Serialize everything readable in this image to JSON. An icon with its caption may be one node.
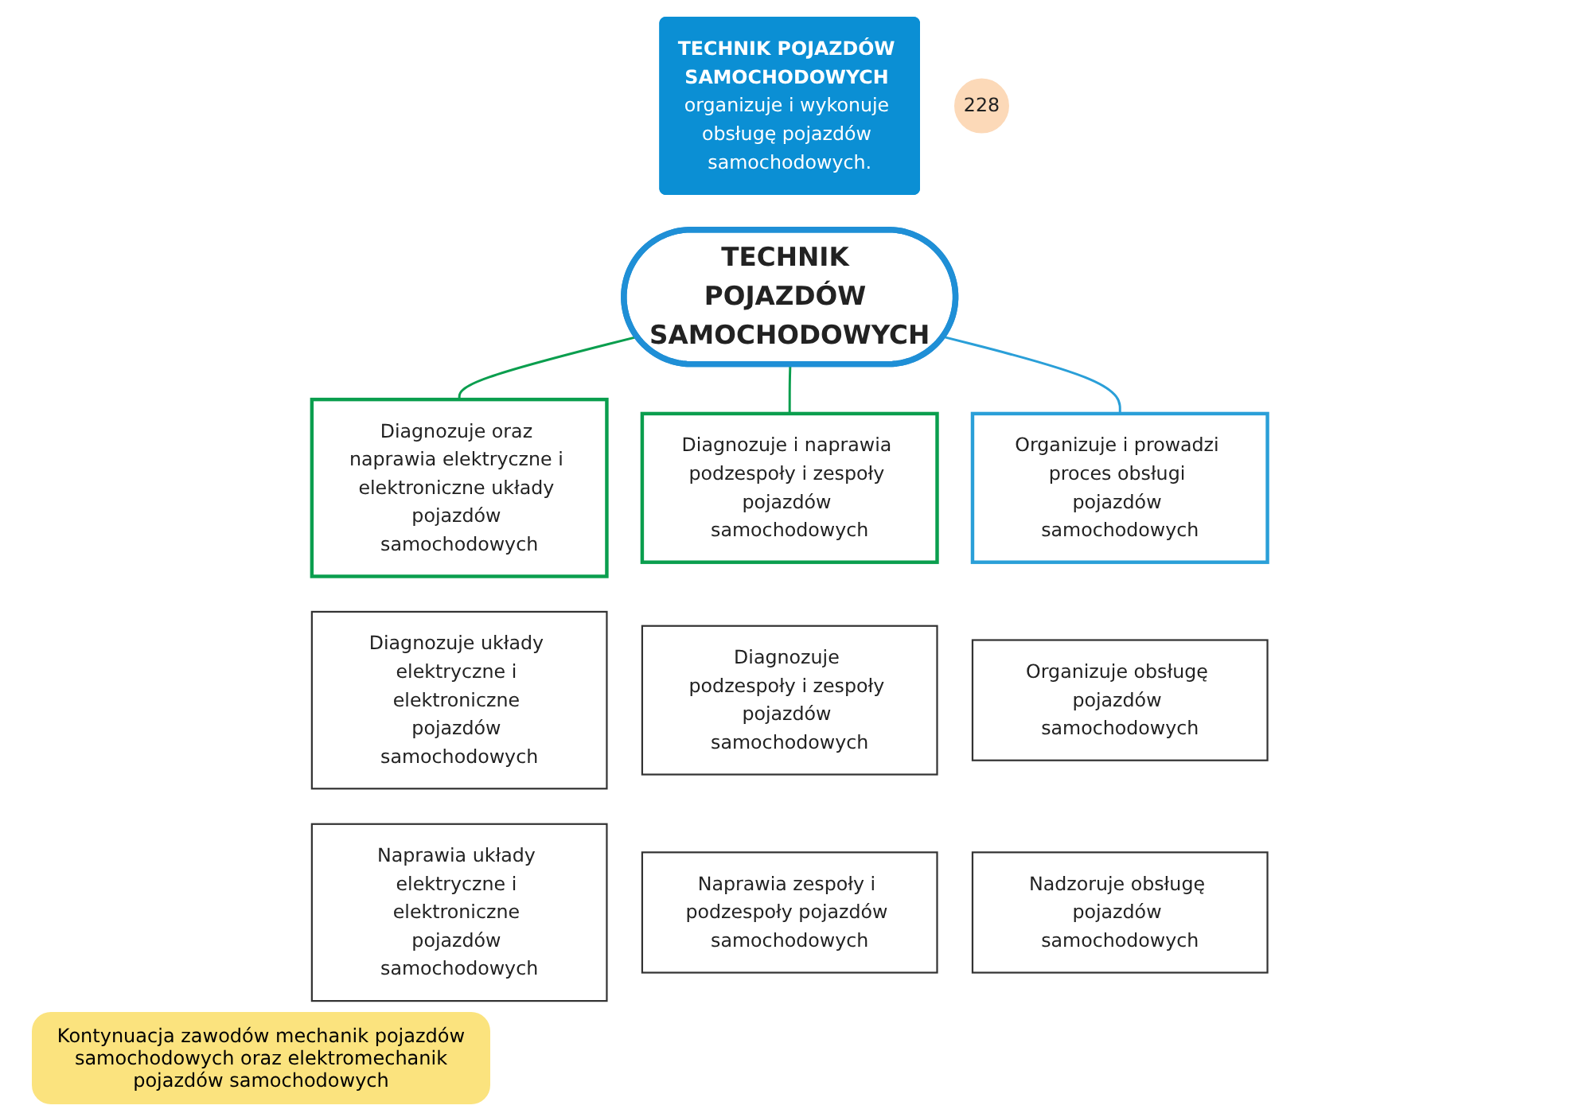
{
  "diagram": {
    "nodes": [
      {
        "text": [
          "TECHNIK POJAZDÓW SAMOCHODOWYCH"
        ]
      },
      {
        "text": [
          "Diagnozuje oraz naprawia elektryczne i elektroniczne układy pojazdów samochodowych"
        ]
      },
      {
        "text": [
          "Diagnozuje i naprawia podzespoły i zespoły pojazdów samochodowych"
        ]
      },
      {
        "text": [
          "Organizuje i prowadzi proces obsługi pojazdów samochodowych"
        ]
      },
      {
        "text": [
          "Diagnozuje układy elektryczne i elektroniczne pojazdów samochodowych"
        ]
      },
      {
        "text": [
          "Naprawia układy elektryczne i elektroniczne pojazdów samochodowych"
        ]
      },
      {
        "text": [
          "Diagnozuje podzespoły i zespoły pojazdów samochodowych"
        ]
      },
      {
        "text": [
          "Naprawia zespoły i podzespoły pojazdów samochodowych"
        ]
      },
      {
        "text": [
          "Organizuje obsługę pojazdów samochodowych"
        ]
      },
      {
        "text": [
          "Nadzoruje obsługę pojazdów samochodowych"
        ]
      },
      {
        "text": [
          "**TECHNIK POJAZDÓW SAMOCHODOWYCH** organizuje i wykonuje obsługę pojazdów samochodowych."
        ]
      },
      {
        "text": [
          "228"
        ]
      }
    ],
    "edges": [
      {
        "from": 0,
        "to": 1,
        "arrow": "none"
      },
      {
        "from": 0,
        "to": 2,
        "arrow": "none"
      },
      {
        "from": 0,
        "to": 3,
        "arrow": "none",
        "color": "#2a9fd8"
      }
    ],
    "labels": [
      "Kontynuacja zawodów mechanik pojazdów samochodowych oraz elektromechanik pojazdów samochodowych"
    ]
  }
}
